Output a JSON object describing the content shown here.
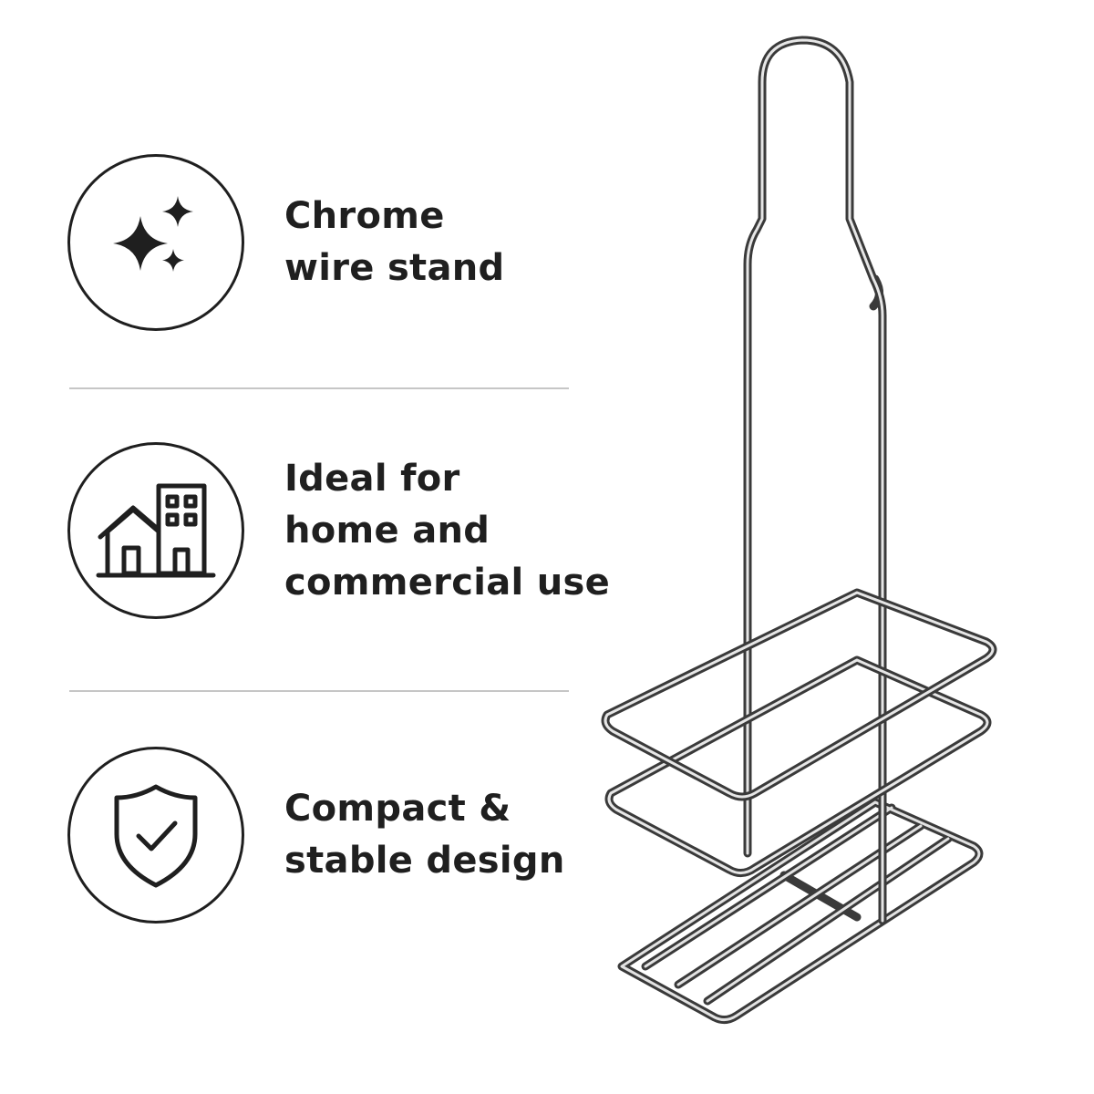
{
  "colors": {
    "text": "#1f1f1f",
    "divider": "#c6c6c6",
    "chrome_dark": "#3c3c3c",
    "chrome_light": "#e6e6e6",
    "background": "#ffffff"
  },
  "features": [
    {
      "icon": "sparkles-icon",
      "lines": [
        "Chrome",
        "wire stand"
      ]
    },
    {
      "icon": "buildings-icon",
      "lines": [
        "Ideal for",
        "home and",
        "commercial use"
      ]
    },
    {
      "icon": "shield-check-icon",
      "lines": [
        "Compact &",
        "stable design"
      ]
    }
  ],
  "product_image": {
    "icon": "chrome-wire-bottle-stand-icon"
  }
}
